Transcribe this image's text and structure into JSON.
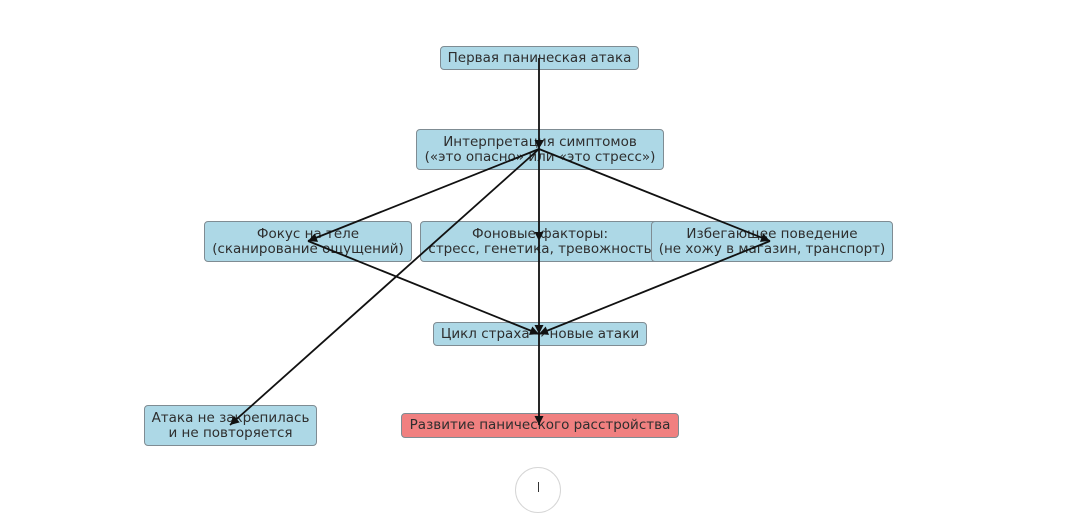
{
  "nodes": {
    "first_attack": [
      "Первая паническая атака"
    ],
    "interpretation": [
      "Интерпретация симптомов",
      "(«это опасно» или «это стресс»)"
    ],
    "body_focus": [
      "Фокус на теле",
      "(сканирование ощущений)"
    ],
    "background_factors": [
      "Фоновые факторы:",
      "стресс, генетика, тревожность"
    ],
    "avoidance": [
      "Избегающее поведение",
      "(не хожу в магазин, транспорт)"
    ],
    "fear_cycle": [
      "Цикл страха → новые атаки"
    ],
    "not_fixed": [
      "Атака не закрепилась",
      "и не повторяется"
    ],
    "panic_disorder": [
      "Развитие панического расстройства"
    ]
  },
  "edges": [
    [
      "first_attack",
      "interpretation"
    ],
    [
      "interpretation",
      "body_focus"
    ],
    [
      "interpretation",
      "background_factors"
    ],
    [
      "interpretation",
      "avoidance"
    ],
    [
      "interpretation",
      "not_fixed"
    ],
    [
      "body_focus",
      "fear_cycle"
    ],
    [
      "background_factors",
      "fear_cycle"
    ],
    [
      "avoidance",
      "fear_cycle"
    ],
    [
      "fear_cycle",
      "panic_disorder"
    ]
  ],
  "colors": {
    "node_fill": "#add8e6",
    "terminal_fill": "#f08080",
    "edge": "#111111"
  }
}
